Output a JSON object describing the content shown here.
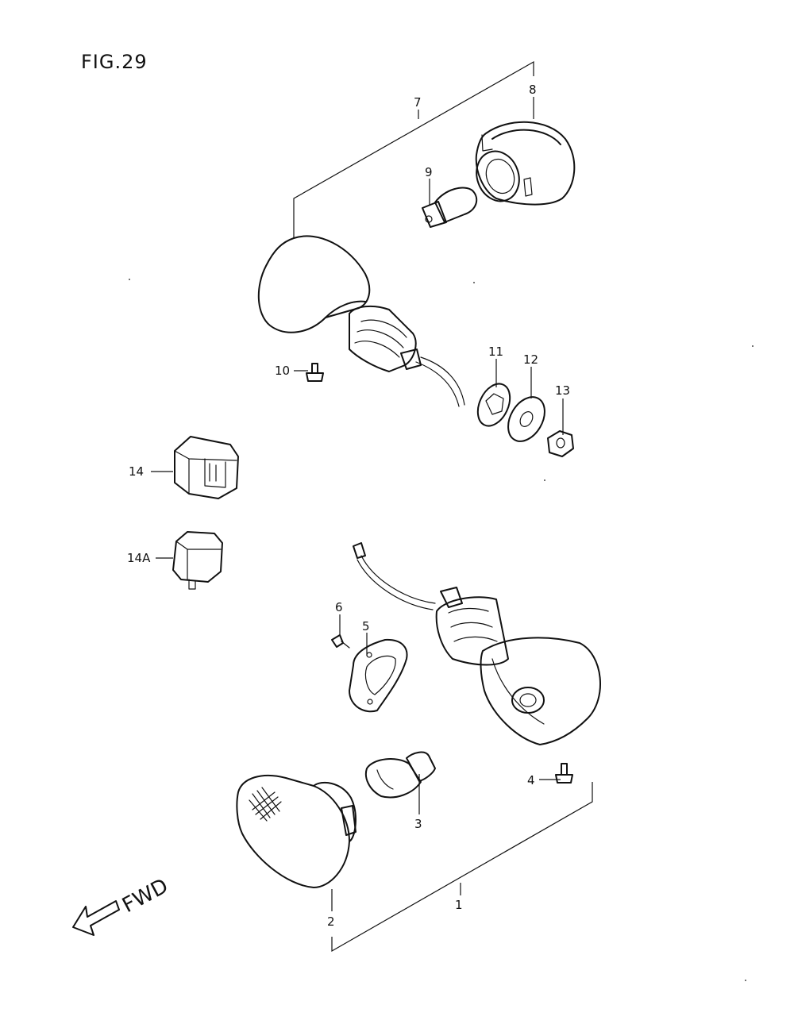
{
  "figure": {
    "title": "FIG.29"
  },
  "direction": {
    "label": "FWD"
  },
  "callouts": [
    {
      "id": "1",
      "label": "1"
    },
    {
      "id": "2",
      "label": "2"
    },
    {
      "id": "3",
      "label": "3"
    },
    {
      "id": "4",
      "label": "4"
    },
    {
      "id": "5",
      "label": "5"
    },
    {
      "id": "6",
      "label": "6"
    },
    {
      "id": "7",
      "label": "7"
    },
    {
      "id": "8",
      "label": "8"
    },
    {
      "id": "9",
      "label": "9"
    },
    {
      "id": "10",
      "label": "10"
    },
    {
      "id": "11",
      "label": "11"
    },
    {
      "id": "12",
      "label": "12"
    },
    {
      "id": "13",
      "label": "13"
    },
    {
      "id": "14",
      "label": "14"
    },
    {
      "id": "14A",
      "label": "14A"
    }
  ]
}
